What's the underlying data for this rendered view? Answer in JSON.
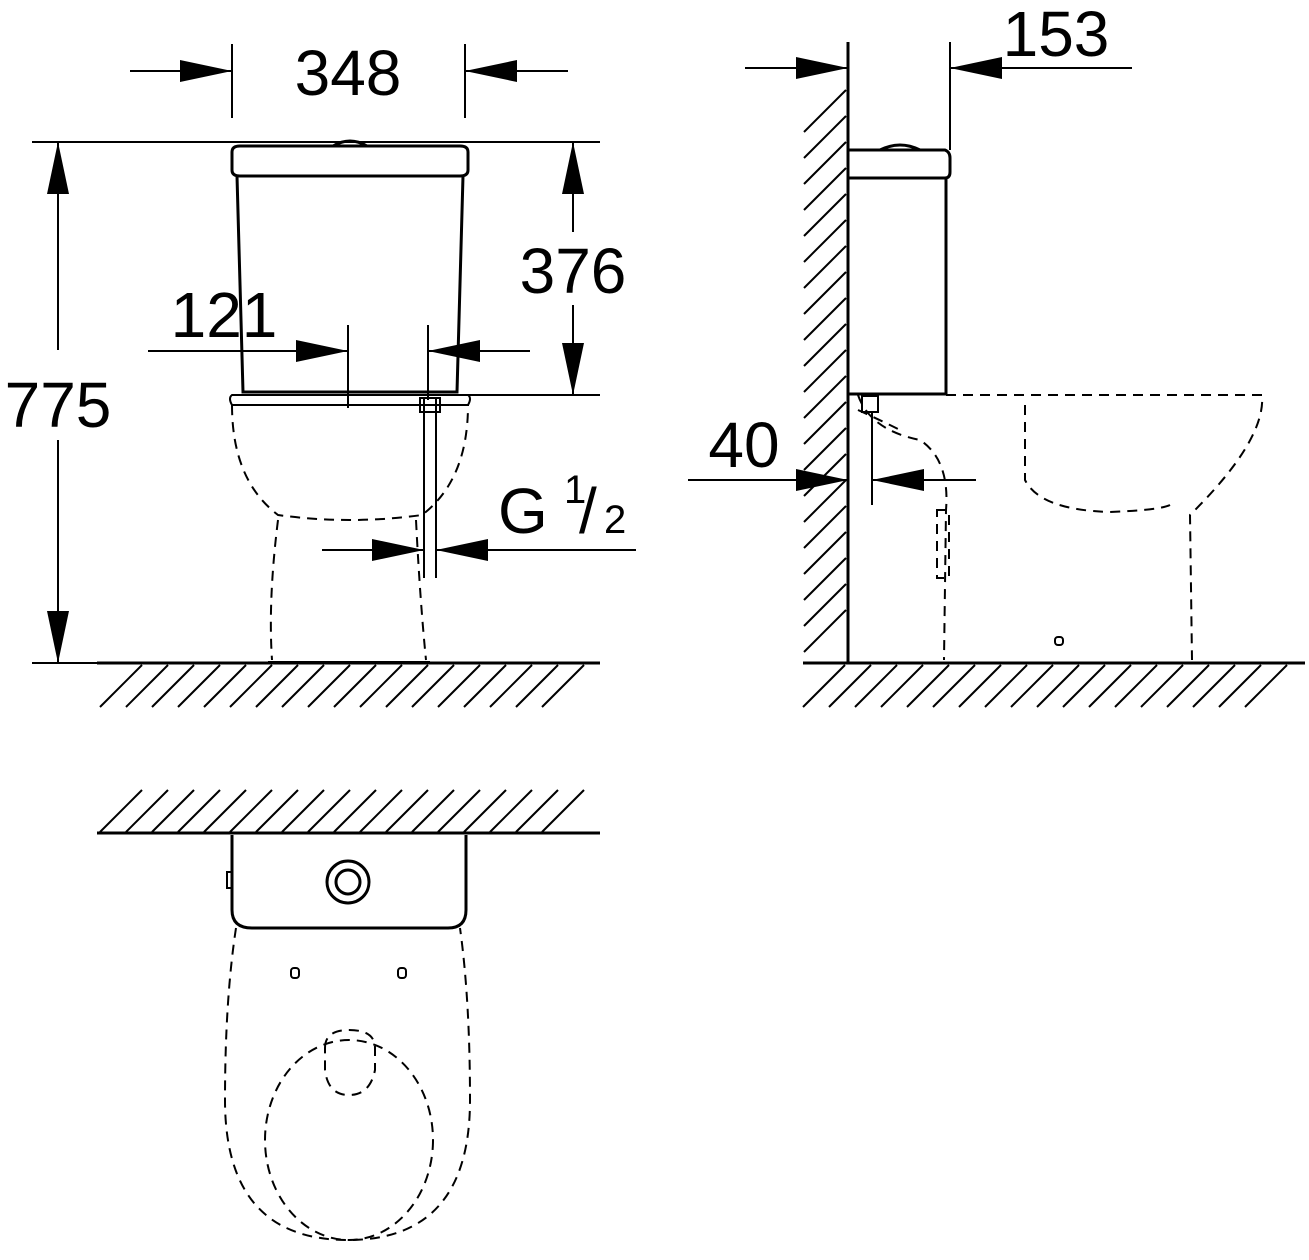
{
  "dimensions": {
    "width_348": "348",
    "height_775": "775",
    "cistern_376": "376",
    "offset_121": "121",
    "depth_153": "153",
    "wall_40": "40",
    "inlet_g": "G",
    "inlet_num": "1",
    "inlet_den": "2",
    "inlet_slash": "/"
  },
  "views": [
    "front-view",
    "side-view",
    "top-view"
  ],
  "colors": {
    "line": "#000000",
    "background": "#ffffff"
  }
}
